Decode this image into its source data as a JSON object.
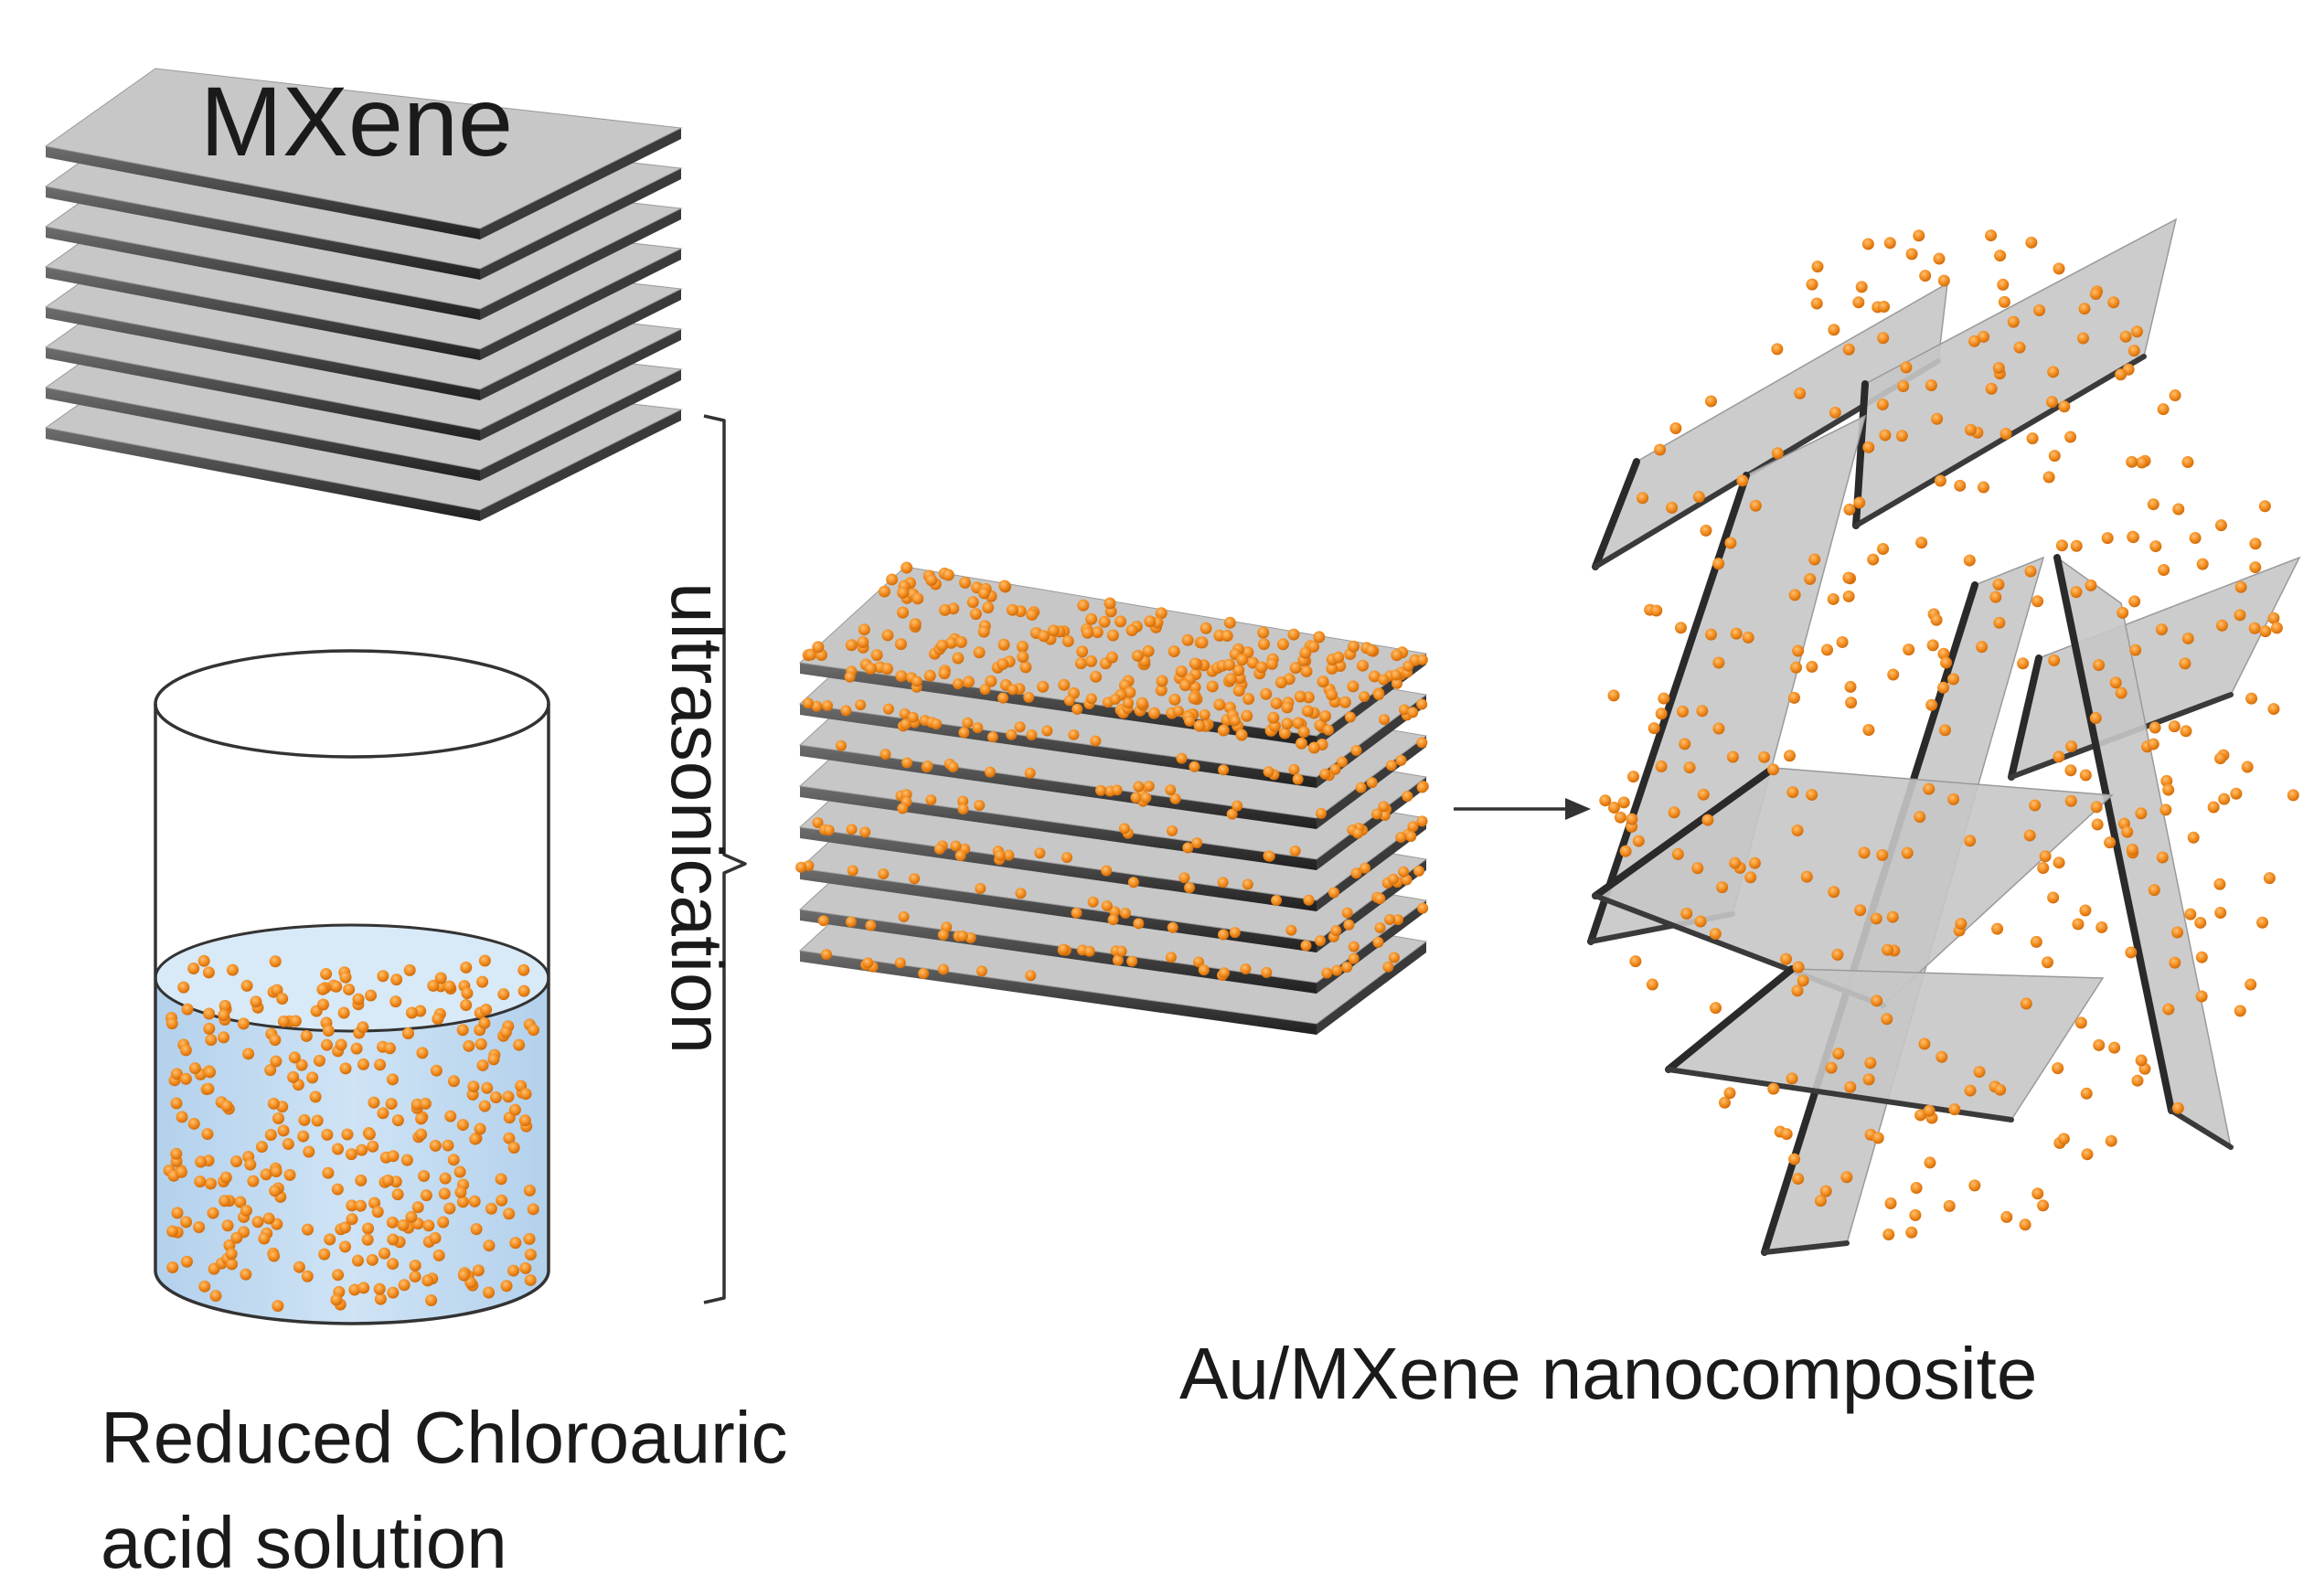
{
  "labels": {
    "mxene": "MXene",
    "ultrasonication": "ultrasonication",
    "solution_line1": "Reduced Chloroauric",
    "solution_line2": "acid solution",
    "nanocomposite": "Au/MXene nanocomposite"
  },
  "colors": {
    "sheet_top": "#c7c7c7",
    "sheet_edge": "#3a3a3a",
    "solution": "#bfd9f0",
    "nanoparticle": "#f28c1e"
  }
}
